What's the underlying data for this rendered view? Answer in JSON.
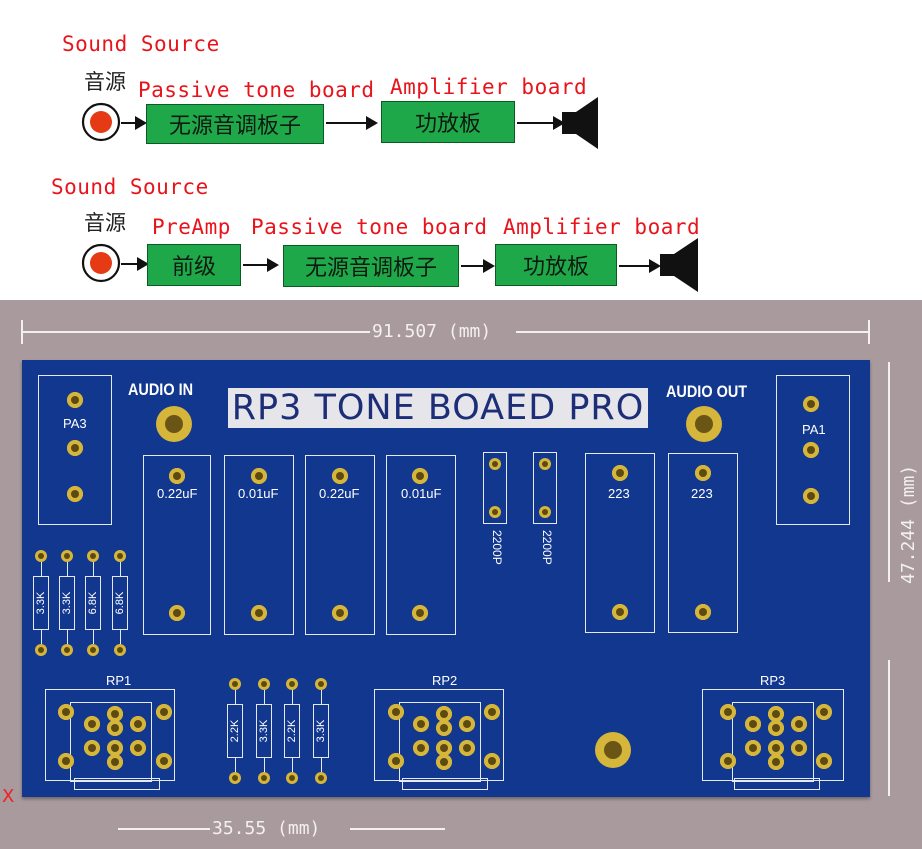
{
  "diagram1": {
    "source_label": "Sound Source",
    "source_cn": "音源",
    "box1_label_en": "Passive tone board",
    "box1_text": "无源音调板子",
    "box2_label_en": "Amplifier board",
    "box2_text": "功放板"
  },
  "diagram2": {
    "source_label": "Sound Source",
    "source_cn": "音源",
    "box1_label_en": "PreAmp",
    "box1_text": "前级",
    "box2_label_en": "Passive tone board",
    "box2_text": "无源音调板子",
    "box3_label_en": "Amplifier board",
    "box3_text": "功放板"
  },
  "pcb": {
    "width_dim": "91.507 (mm)",
    "height_dim": "47.244 (mm)",
    "offset_dim": "35.55 (mm)",
    "title": "RP3 TONE BOAED PRO",
    "audio_in": "AUDIO IN",
    "audio_out": "AUDIO OUT",
    "pa3": "PA3",
    "pa1": "PA1",
    "caps": [
      "0.22uF",
      "0.01uF",
      "0.22uF",
      "0.01uF"
    ],
    "small_caps": [
      "2200P",
      "2200P"
    ],
    "caps_223": [
      "223",
      "223"
    ],
    "res_top": [
      "3.3K",
      "3.3K",
      "6.8K",
      "6.8K"
    ],
    "res_mid": [
      "2.2K",
      "3.3K",
      "2.2K",
      "3.3K"
    ],
    "pots": [
      "RP1",
      "RP2",
      "RP3"
    ],
    "corner_mark": "X"
  },
  "colors": {
    "board": "#11378f",
    "pad": "#d6b63a",
    "box_green": "#1fa84a",
    "label_red": "#e8131b",
    "background": "#a89a9d"
  }
}
